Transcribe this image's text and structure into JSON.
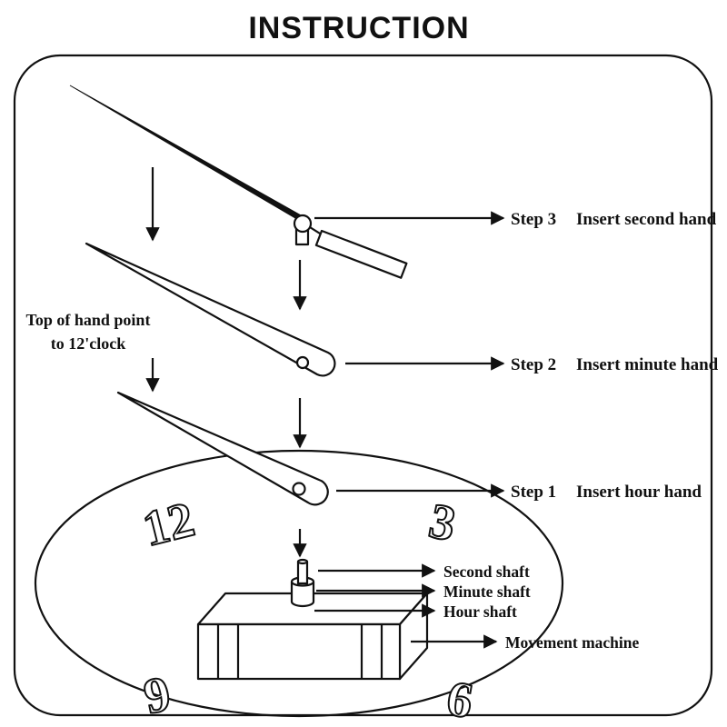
{
  "title": "INSTRUCTION",
  "note": {
    "line1": "Top of hand point",
    "line2": "to 12'clock"
  },
  "steps": {
    "step3": {
      "label": "Step 3",
      "text": "Insert second hand"
    },
    "step2": {
      "label": "Step 2",
      "text": "Insert minute hand"
    },
    "step1": {
      "label": "Step 1",
      "text": "Insert hour hand"
    }
  },
  "parts": {
    "second_shaft": "Second shaft",
    "minute_shaft": "Minute shaft",
    "hour_shaft": "Hour shaft",
    "movement_machine": "Movement machine"
  },
  "clock": {
    "numbers": {
      "twelve": "12",
      "three": "3",
      "nine": "9",
      "six": "6"
    }
  },
  "colors": {
    "ink": "#111111",
    "background": "#ffffff"
  }
}
